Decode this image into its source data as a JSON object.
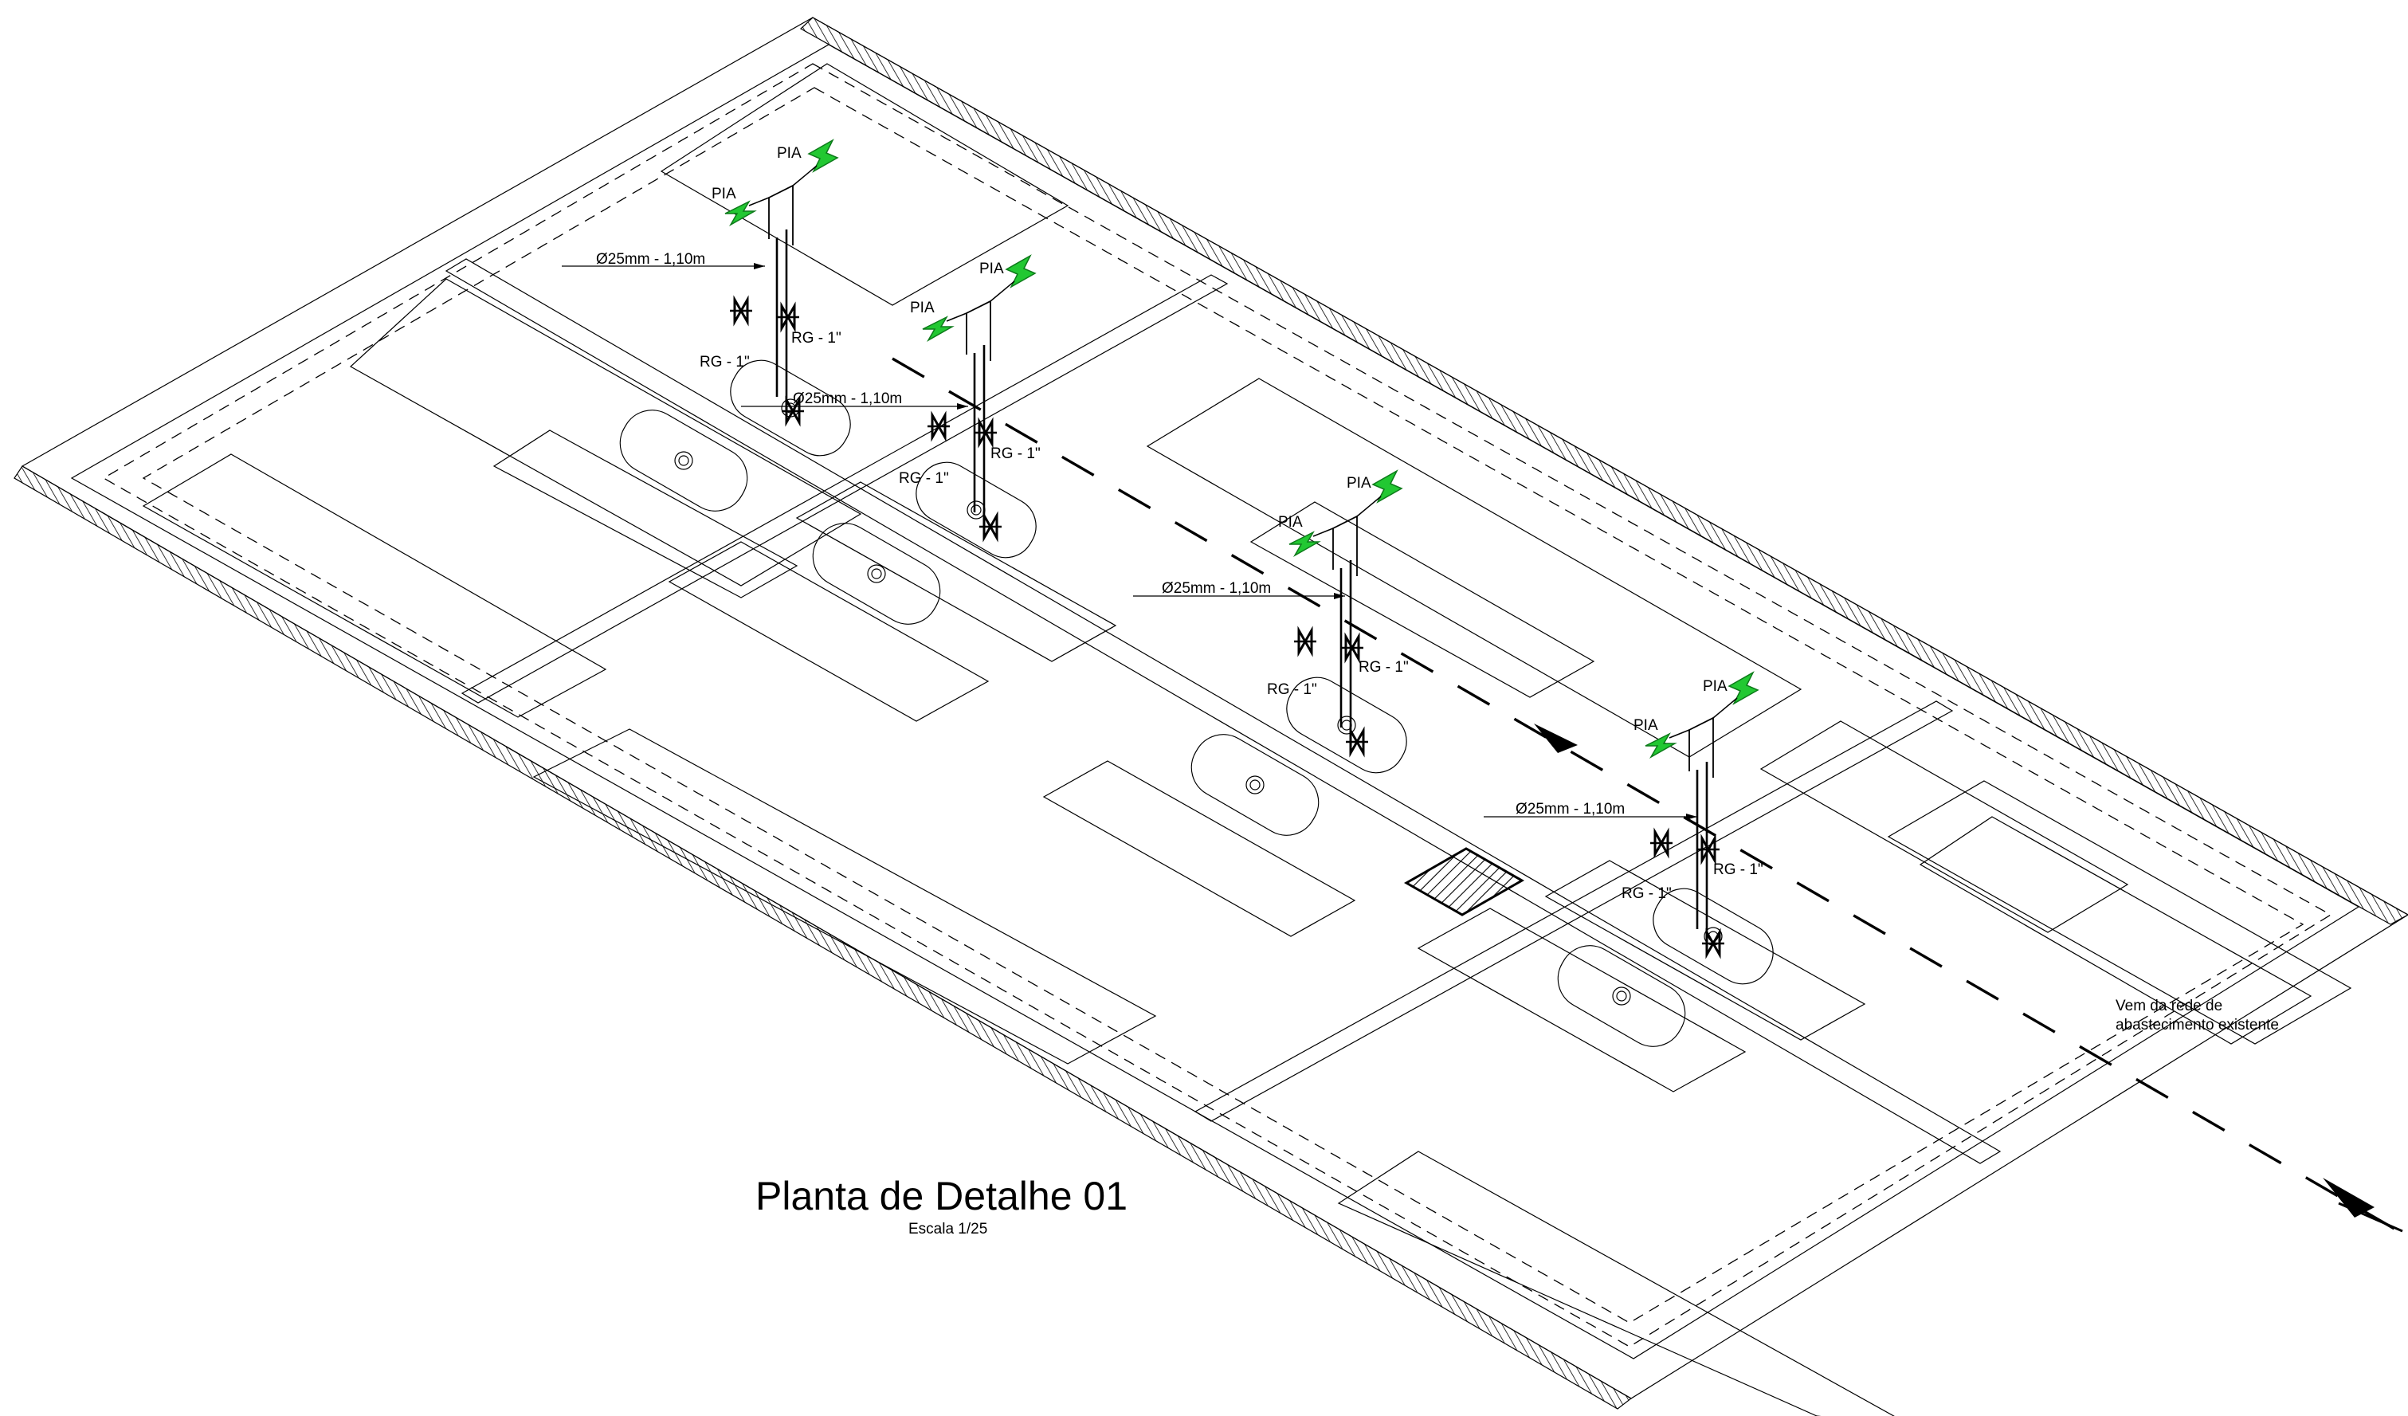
{
  "title": "Planta de Detalhe 01",
  "scale": "Escala 1/25",
  "supply_note": [
    "Vem da rede de",
    "abastecimento existente"
  ],
  "colors": {
    "line": "#000000",
    "arrow_fill": "#22c832",
    "arrow_edge": "#0d7a1a",
    "hatch": "#000000"
  },
  "units": [
    {
      "pia_a": "PIA",
      "pia_b": "PIA",
      "pipe_label": "Ø25mm - 1,10m",
      "valve_a": "RG - 1\"",
      "valve_b": "RG - 1\""
    },
    {
      "pia_a": "PIA",
      "pia_b": "PIA",
      "pipe_label": "Ø25mm - 1,10m",
      "valve_a": "RG - 1\"",
      "valve_b": "RG - 1\""
    },
    {
      "pia_a": "PIA",
      "pia_b": "PIA",
      "pipe_label": "Ø25mm - 1,10m",
      "valve_a": "RG - 1\"",
      "valve_b": "RG - 1\""
    },
    {
      "pia_a": "PIA",
      "pia_b": "PIA",
      "pipe_label": "Ø25mm - 1,10m",
      "valve_a": "RG - 1\"",
      "valve_b": "RG - 1\""
    }
  ],
  "icons": {
    "sink": "sink-basin-icon",
    "valve": "gate-valve-icon",
    "flow": "flow-direction-arrow-icon",
    "outlet": "outlet-arrow-icon"
  }
}
